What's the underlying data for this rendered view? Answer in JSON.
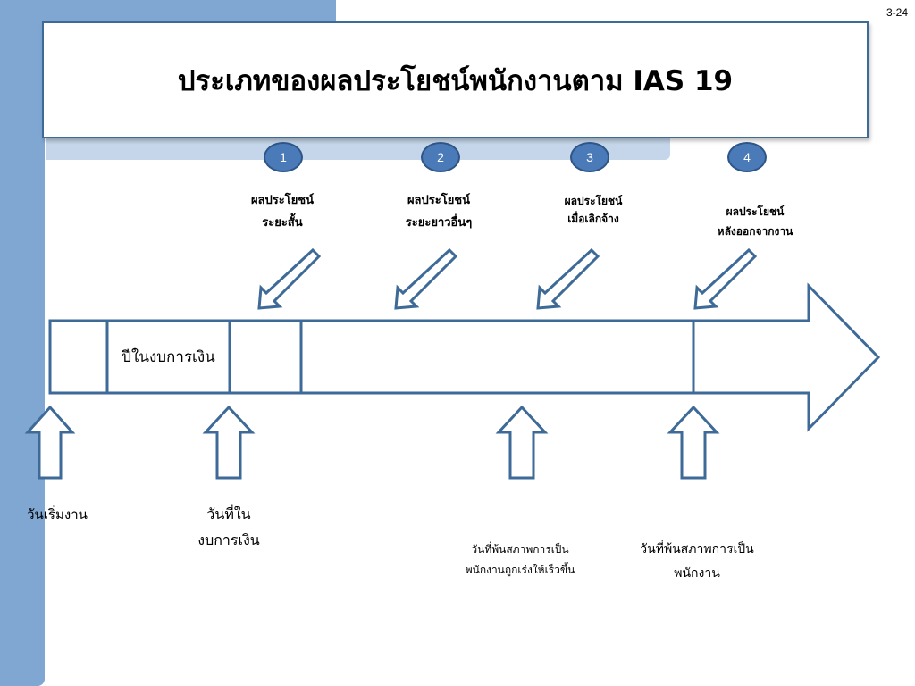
{
  "page_number": "3-24",
  "title": "ประเภทของผลประโยชน์พนักงานตาม IAS 19",
  "badges": [
    "1",
    "2",
    "3",
    "4"
  ],
  "categories": [
    {
      "line1": "ผลประโยชน์",
      "line2": "ระยะสั้น"
    },
    {
      "line1": "ผลประโยชน์",
      "line2": "ระยะยาวอื่นๆ"
    },
    {
      "line1": "ผลประโยชน์",
      "line2": "เมื่อเลิกจ้าง"
    },
    {
      "line1": "ผลประโยชน์",
      "line2": "หลังออกจากงาน"
    }
  ],
  "timeline": {
    "financial_year_label": "ปีในงบการเงิน"
  },
  "bottom_labels": [
    {
      "line1": "วันเริ่มงาน"
    },
    {
      "line1": "วันที่ใน",
      "line2": "งบการเงิน"
    },
    {
      "line1": "วันที่พ้นสภาพการเป็น",
      "line2": "พนักงานถูกเร่งให้เร็วขึ้น"
    },
    {
      "line1": "วันที่พ้นสภาพการเป็น",
      "line2": "พนักงาน"
    }
  ],
  "colors": {
    "accent": "#7fa7d2",
    "badge": "#4a7ab8",
    "stroke": "#3e6a98"
  }
}
